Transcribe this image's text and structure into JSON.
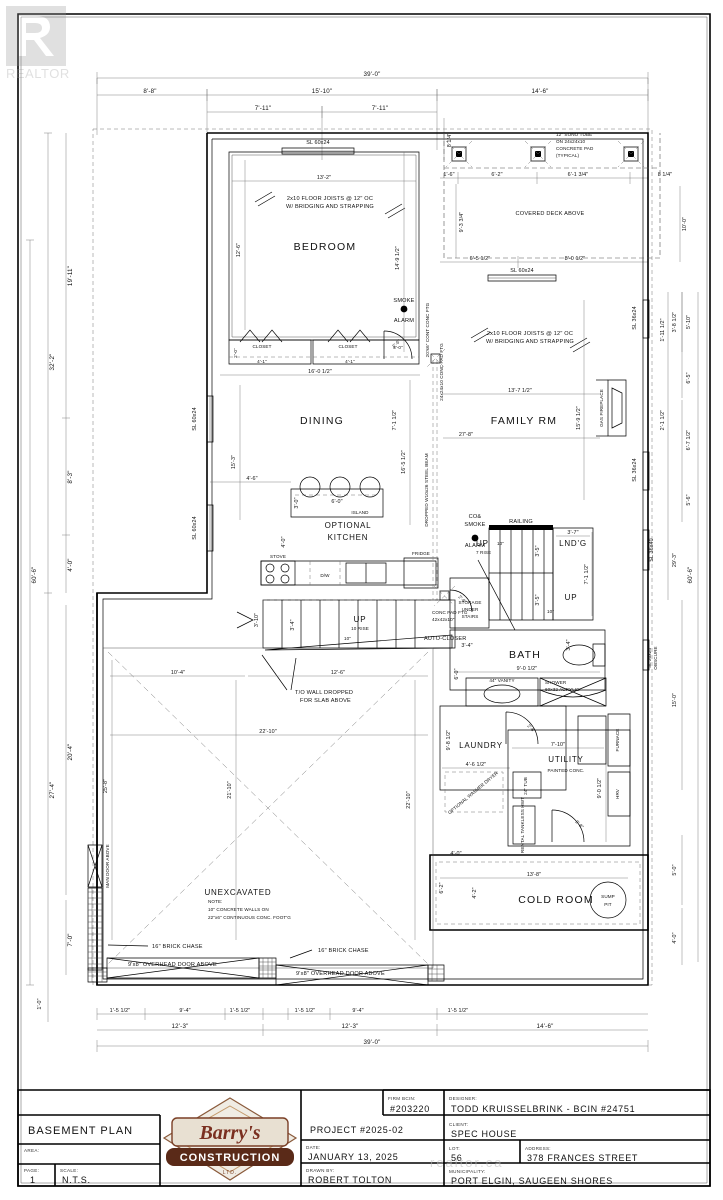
{
  "sheet": {
    "watermark": "REALTOR",
    "watermark_secondary": "realtor.ca"
  },
  "titleblock": {
    "plan_name": "BASEMENT PLAN",
    "area_label": "AREA:",
    "area_value": "",
    "page_label": "PAGE:",
    "page_value": "1",
    "scale_label": "SCALE:",
    "scale_value": "N.T.S.",
    "logo_top": "Barry's",
    "logo_mid": "CONSTRUCTION",
    "logo_bottom": "LTD.",
    "project_value": "PROJECT #2025-02",
    "date_label": "DATE:",
    "date_value": "JANUARY 13, 2025",
    "drawn_by_label": "DRAWN BY:",
    "drawn_by_value": "ROBERT TOLTON",
    "firm_bcin_label": "FIRM BCIN:",
    "firm_bcin_value": "#203220",
    "designer_label": "DESIGNER:",
    "designer_value": "TODD KRUISSELBRINK - BCIN #24751",
    "client_label": "CLIENT:",
    "client_value": "SPEC HOUSE",
    "lot_label": "LOT:",
    "lot_value": "56",
    "address_label": "ADDRESS:",
    "address_value": "378 FRANCES STREET",
    "municipality_label": "MUNICIPALITY:",
    "municipality_value": "PORT ELGIN, SAUGEEN SHORES"
  },
  "rooms": [
    {
      "id": "bedroom",
      "label": "BEDROOM"
    },
    {
      "id": "dining",
      "label": "DINING"
    },
    {
      "id": "optional-kitchen-1",
      "label": "OPTIONAL"
    },
    {
      "id": "optional-kitchen-2",
      "label": "KITCHEN"
    },
    {
      "id": "family-room",
      "label": "FAMILY RM"
    },
    {
      "id": "bath",
      "label": "BATH"
    },
    {
      "id": "laundry",
      "label": "LAUNDRY"
    },
    {
      "id": "utility",
      "label": "UTILITY"
    },
    {
      "id": "utility-sub",
      "label": "PAINTED CONC."
    },
    {
      "id": "cold-room",
      "label": "COLD ROOM"
    },
    {
      "id": "unexcavated",
      "label": "UNEXCAVATED"
    },
    {
      "id": "landing",
      "label": "LND'G"
    }
  ],
  "fixtures": [
    {
      "id": "closet-1",
      "label": "CLOSET"
    },
    {
      "id": "closet-2",
      "label": "CLOSET"
    },
    {
      "id": "island",
      "label": "ISLAND"
    },
    {
      "id": "stove",
      "label": "STOVE"
    },
    {
      "id": "dishwasher",
      "label": "D/W"
    },
    {
      "id": "fridge",
      "label": "FRIDGE"
    },
    {
      "id": "vanity",
      "label": "44\" VANITY"
    },
    {
      "id": "shower-1",
      "label": "SHOWER"
    },
    {
      "id": "shower-2",
      "label": "60x32 ACRYLIC"
    },
    {
      "id": "furnace",
      "label": "FURNACE"
    },
    {
      "id": "hrv",
      "label": "HRV"
    },
    {
      "id": "laundry-tub",
      "label": "24\" TUB"
    },
    {
      "id": "rental-tankless",
      "label": "RENTAL TANKLESS HWT"
    },
    {
      "id": "optional-washer-dryer",
      "label": "OPTIONAL WASHER DRYER"
    },
    {
      "id": "sump-pit-1",
      "label": "SUMP"
    },
    {
      "id": "sump-pit-2",
      "label": "PIT"
    },
    {
      "id": "gas-fireplace",
      "label": "GAS FIREPLACE"
    },
    {
      "id": "railing",
      "label": "RAILING"
    },
    {
      "id": "storage-under-stairs-1",
      "label": "STORAGE"
    },
    {
      "id": "storage-under-stairs-2",
      "label": "UNDER"
    },
    {
      "id": "storage-under-stairs-3",
      "label": "STAIRS"
    }
  ],
  "annotations": {
    "smoke_alarm_1a": "SMOKE",
    "smoke_alarm_1b": "ALARM",
    "smoke_alarm_2a": "CO&",
    "smoke_alarm_2b": "SMOKE",
    "smoke_alarm_2c": "ALARM",
    "joists_1a": "2x10 FLOOR JOISTS @ 12\" OC",
    "joists_1b": "W/ BRIDGING AND STRAPPING",
    "joists_2a": "2x10 FLOOR JOISTS @ 12\" OC",
    "joists_2b": "W/ BRIDGING AND STRAPPING",
    "sono_tube_1": "12\" SONO TUBE",
    "sono_tube_2": "ON 24x24x10",
    "sono_tube_3": "CONCRETE PAD",
    "sono_tube_4": "(TYPICAL)",
    "covered_deck": "COVERED DECK ABOVE",
    "dropped_beam": "DROPPED W10x26 STEEL BEAM",
    "cont_conc_ftg": "20\"x6\" CONT CONC FTG",
    "conc_pad_ftg_a": "24x24x10 CONC PAD FTG",
    "conc_pad_ftg_b1": "CONC PAD FTG",
    "conc_pad_ftg_b2": "42x42x10\"",
    "auto_closer": "AUTO-CLOSER",
    "to_wall_1": "T/O WALL DROPPED",
    "to_wall_2": "FOR SLAB ABOVE",
    "unexcavated_note_1": "NOTE:",
    "unexcavated_note_2": "10\" CONCRETE WALLS ON",
    "unexcavated_note_3": "22\"x6\" CONTINUOUS CONC. FOOT'G",
    "brick_chase_left": "16\" BRICK CHASE",
    "brick_chase_right": "16\" BRICK CHASE",
    "overhead_door_left": "9'x8\" OVERHEAD DOOR ABOVE",
    "overhead_door_right": "9'x8\" OVERHEAD DOOR ABOVE",
    "man_door": "MAN DOOR ABOVE",
    "up_main_1": "UP",
    "up_main_2": "10 RISE",
    "up_stair_1": "UP",
    "up_stair_2": "7 RISE",
    "up_stair_3": "UP",
    "tread_10a": "10\"",
    "tread_10b": "10\"",
    "tread_10c": "10\""
  },
  "windows": [
    {
      "id": "sl-top-left",
      "label": "SL 60x24"
    },
    {
      "id": "sl-top-right",
      "label": "SL 60x24"
    },
    {
      "id": "sl-left-upper",
      "label": "SL 60x24"
    },
    {
      "id": "sl-left-lower",
      "label": "SL 60x24"
    },
    {
      "id": "sl-right-1",
      "label": "SL 36x24"
    },
    {
      "id": "sl-right-2",
      "label": "SL 36x24"
    },
    {
      "id": "sl-right-3",
      "label": "SL 36x40"
    },
    {
      "id": "sl-right-4a",
      "label": "SL 20x24"
    },
    {
      "id": "sl-right-4b",
      "label": "OBSCURE"
    }
  ],
  "dimensions": {
    "top": [
      "39'-0\"",
      "8'-8\"",
      "15'-10\"",
      "7'-11\"",
      "7'-11\"",
      "14'-6\""
    ],
    "top_deck": [
      "8 1/4\"",
      "1'-6\"",
      "6'-2\"",
      "6'-1 3/4\"",
      "8 1/4\"",
      "9'-3 3/4\"",
      "6'-5 1/2\"",
      "8'-0 1/2\"",
      "10'-0\""
    ],
    "left": [
      "19'-11\"",
      "32'-2\"",
      "8'-3\"",
      "4'-0\"",
      "60'-6\"",
      "20'-4\"",
      "27'-4\"",
      "7'-0\"",
      "1'-0\""
    ],
    "right": [
      "3'-8 1/2\"",
      "1'-11 1/2\"",
      "5'-10\"",
      "6'-5\"",
      "2'-1 1/2\"",
      "6'-7 1/2\"",
      "5'-6\"",
      "29'-3\"",
      "15'-0\"",
      "60'-6\"",
      "5'-0\"",
      "4'-0\""
    ],
    "bottom": [
      "1'-5 1/2\"",
      "9'-4\"",
      "1'-5 1/2\"",
      "12'-3\"",
      "1'-5 1/2\"",
      "9'-4\"",
      "12'-3\"",
      "1'-5 1/2\"",
      "14'-6\"",
      "39'-0\""
    ],
    "interior": [
      "13'-2\"",
      "12'-6\"",
      "14'-9 1/2\"",
      "2'-0\"",
      "4'-1\"",
      "4'-1\"",
      "5'-0\"",
      "16'-0 1/2\"",
      "15'-3\"",
      "16'-5 1/2\"",
      "7'-1 1/2\"",
      "4'-6\"",
      "3'-0\"",
      "6'-0\"",
      "4'-0\"",
      "13'-7 1/2\"",
      "15'-9 1/2\"",
      "27'-8\"",
      "3'-7\"",
      "3'-5\"",
      "3'-5\"",
      "7'-1 1/2\"",
      "3'-4\"",
      "3'-4\"",
      "9'-0 1/2\"",
      "6'-0\"",
      "2'-6\"",
      "2'-8\"",
      "2'-8\"",
      "9'-8 1/2\"",
      "4'-6 1/2\"",
      "7'-10\"",
      "9'-0 1/2\"",
      "4'-0\"",
      "6'-2\"",
      "4'-2\"",
      "13'-8\"",
      "3'-10\"",
      "3'-4\"",
      "10'-4\"",
      "12'-6\"",
      "22'-10\"",
      "21'-10\"",
      "22'-10\"",
      "25'-8\"",
      "2'-6\"",
      "2'-0\""
    ]
  }
}
